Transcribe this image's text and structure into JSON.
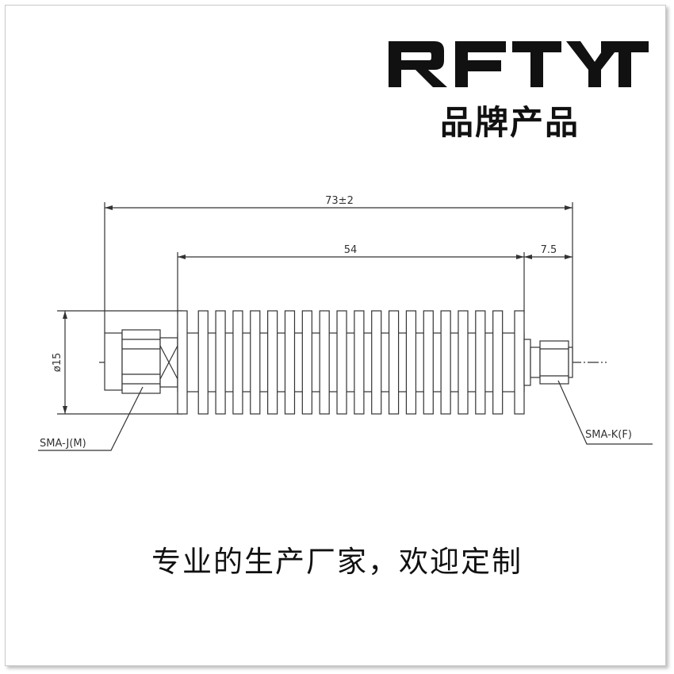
{
  "brand": {
    "name": "RFTYT",
    "subtitle": "品牌产品"
  },
  "drawing": {
    "total_length_label": "73±2",
    "body_length_label": "54",
    "connector_length_label": "7.5",
    "diameter_label": "ø15",
    "left_connector_label": "SMA-J(M)",
    "right_connector_label": "SMA-K(F)",
    "fin_count": 20
  },
  "slogan": "专业的生产厂家，欢迎定制",
  "colors": {
    "line": "#333333",
    "text": "#111111",
    "background": "#ffffff"
  }
}
